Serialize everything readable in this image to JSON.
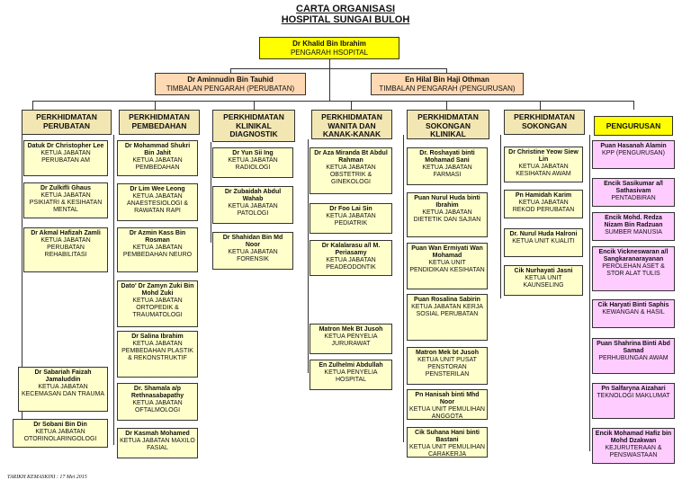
{
  "title1": "CARTA ORGANISASI",
  "title2": "HOSPITAL SUNGAI BULOH",
  "director": {
    "name": "Dr Khalid Bin Ibrahim",
    "role": "PENGARAH HSOPITAL"
  },
  "deputies": [
    {
      "name": "Dr Aminnudin Bin Tauhid",
      "role": "TIMBALAN PENGARAH (PERUBATAN)"
    },
    {
      "name": "En Hilal Bin Haji Othman",
      "role": "TIMBALAN PENGARAH (PENGURUSAN)"
    }
  ],
  "columns": [
    {
      "header": "PERKHIDMATAN PERUBATAN",
      "items": [
        {
          "name": "Datuk Dr Christopher Lee",
          "role": "KETUA JABATAN PERUBATAN AM"
        },
        {
          "name": "Dr Zulkifli Ghaus",
          "role": "KETUA JABATAN PSIKIATRI & KESIHATAN MENTAL"
        },
        {
          "name": "Dr Akmal Hafizah Zamli",
          "role": "KETUA JABATAN PERUBATAN REHABILITASI"
        },
        {
          "name": "Dr Sabariah Faizah Jamaluddin",
          "role": "KETUA JABATAN KECEMASAN DAN TRAUMA"
        },
        {
          "name": "Dr Sobani Bin Din",
          "role": "KETUA JABATAN OTORINOLARINGOLOGI"
        }
      ]
    },
    {
      "header": "PERKHIDMATAN PEMBEDAHAN",
      "items": [
        {
          "name": "Dr Mohammad Shukri Bin Jahit",
          "role": "KETUA JABATAN PEMBEDAHAN"
        },
        {
          "name": "Dr Lim Wee Leong",
          "role": "KETUA JABATAN ANAESTESIOLOGI & RAWATAN RAPI"
        },
        {
          "name": "Dr Azmin Kass Bin Rosman",
          "role": "KETUA JABATAN PEMBEDAHAN NEURO"
        },
        {
          "name": "Dato' Dr Zamyn Zuki Bin Mohd Zuki",
          "role": "KETUA JABATAN ORTOPEDIK & TRAUMATOLOGI"
        },
        {
          "name": "Dr Salina Ibrahim",
          "role": "KETUA JABATAN PEMBEDAHAN PLASTIK & REKONSTRUKTIF"
        },
        {
          "name": "Dr. Shamala a/p Rethnasabapathy",
          "role": "KETUA JABATAN OFTALMOLOGI"
        },
        {
          "name": "Dr Kasmah Mohamed",
          "role": "KETUA JABATAN MAXILO FASIAL"
        }
      ]
    },
    {
      "header": "PERKHIDMATAN KLINIKAL DIAGNOSTIK",
      "items": [
        {
          "name": "Dr Yun Sii Ing",
          "role": "KETUA JABATAN RADIOLOGI"
        },
        {
          "name": "Dr Zubaidah Abdul Wahab",
          "role": "KETUA JABATAN PATOLOGI"
        },
        {
          "name": "Dr Shahidan Bin Md Noor",
          "role": "KETUA JABATAN FORENSIK"
        }
      ]
    },
    {
      "header": "PERKHIDMATAN WANITA DAN KANAK-KANAK",
      "items": [
        {
          "name": "Dr Aza Miranda Bt Abdul Rahman",
          "role": "KETUA JABATAN OBSTETRIK & GINEKOLOGI"
        },
        {
          "name": "Dr Foo Lai Sin",
          "role": "KETUA JABATAN PEDIATRIK"
        },
        {
          "name": "Dr Kalalarasu a/l M. Periasamy",
          "role": "KETUA JABATAN PEADEODONTIK"
        },
        {
          "name": "Matron Mek Bt Jusoh",
          "role": "KETUA PENYELIA JURURAWAT"
        },
        {
          "name": "En Zulhelmi Abdullah",
          "role": "KETUA PENYELIA HOSPITAL"
        }
      ]
    },
    {
      "header": "PERKHIDMATAN SOKONGAN KLINIKAL",
      "items": [
        {
          "name": "Dr. Roshayati binti Mohamad Sani",
          "role": "KETUA JABATAN FARMASI"
        },
        {
          "name": "Puan Nurul Huda binti Ibrahim",
          "role": "KETUA JABATAN DIETETIK DAN SAJIAN"
        },
        {
          "name": "Puan Wan Ermiyati Wan Mohamad",
          "role": "KETUA UNIT PENDIDIKAN KESIHATAN"
        },
        {
          "name": "Puan Rosalina Sabirin",
          "role": "KETUA JABATAN KERJA SOSIAL PERUBATAN"
        },
        {
          "name": "Matron Mek bt Jusoh",
          "role": "KETUA UNIT PUSAT PENSTORAN PENSTERILAN"
        },
        {
          "name": "Pn Hanisah binti Mhd Noor",
          "role": "KETUA UNIT PEMULIHAN ANGGOTA"
        },
        {
          "name": "Cik Suhana Hani binti Bastani",
          "role": "KETUA UNIT PEMULIHAN CARAKERJA"
        }
      ]
    },
    {
      "header": "PERKHIDMATAN SOKONGAN",
      "items": [
        {
          "name": "Dr Christine Yeow Siew Lin",
          "role": "KETUA JABATAN KESIHATAN AWAM"
        },
        {
          "name": "Pn Hamidah Karim",
          "role": "KETUA JABATAN REKOD PERUBATAN"
        },
        {
          "name": "Dr. Nurul Huda Halroni",
          "role": "KETUA UNIT KUALITI"
        },
        {
          "name": "Cik Nurhayati Jasni",
          "role": "KETUA UNIT KAUNSELING"
        }
      ]
    },
    {
      "header": "PENGURUSAN",
      "items": [
        {
          "name": "Puan Hasanah Alamin",
          "role": "KPP (PENGURUSAN)"
        },
        {
          "name": "Encik Sasikumar a/l Sathasivam",
          "role": "PENTADBIRAN"
        },
        {
          "name": "Encik Mohd. Redza Nizam Bin Radzuan",
          "role": "SUMBER MANUSIA"
        },
        {
          "name": "Encik Vickneswaran a/l Sangkaranarayanan",
          "role": "PEROLEHAN ASET & STOR ALAT TULIS"
        },
        {
          "name": "Cik Haryati Binti Saphis",
          "role": "KEWANGAN & HASIL"
        },
        {
          "name": "Puan Shahrina Binti Abd Samad",
          "role": "PERHUBUNGAN AWAM"
        },
        {
          "name": "Pn Salfaryna Aizahari",
          "role": "TEKNOLOGI MAKLUMAT"
        },
        {
          "name": "Encik Mohamad Hafiz bin Mohd Dzakwan",
          "role": "KEJURUTERAAN & PENSWASTAAN"
        }
      ]
    }
  ],
  "footer": "TARIKH KEMASKINI : 17 Mei 2015",
  "colors": {
    "director": "#ffff00",
    "deputy": "#ffd9b3",
    "header": "#f2e6b3",
    "staff": "#ffffcc",
    "admin": "#ffccff"
  }
}
